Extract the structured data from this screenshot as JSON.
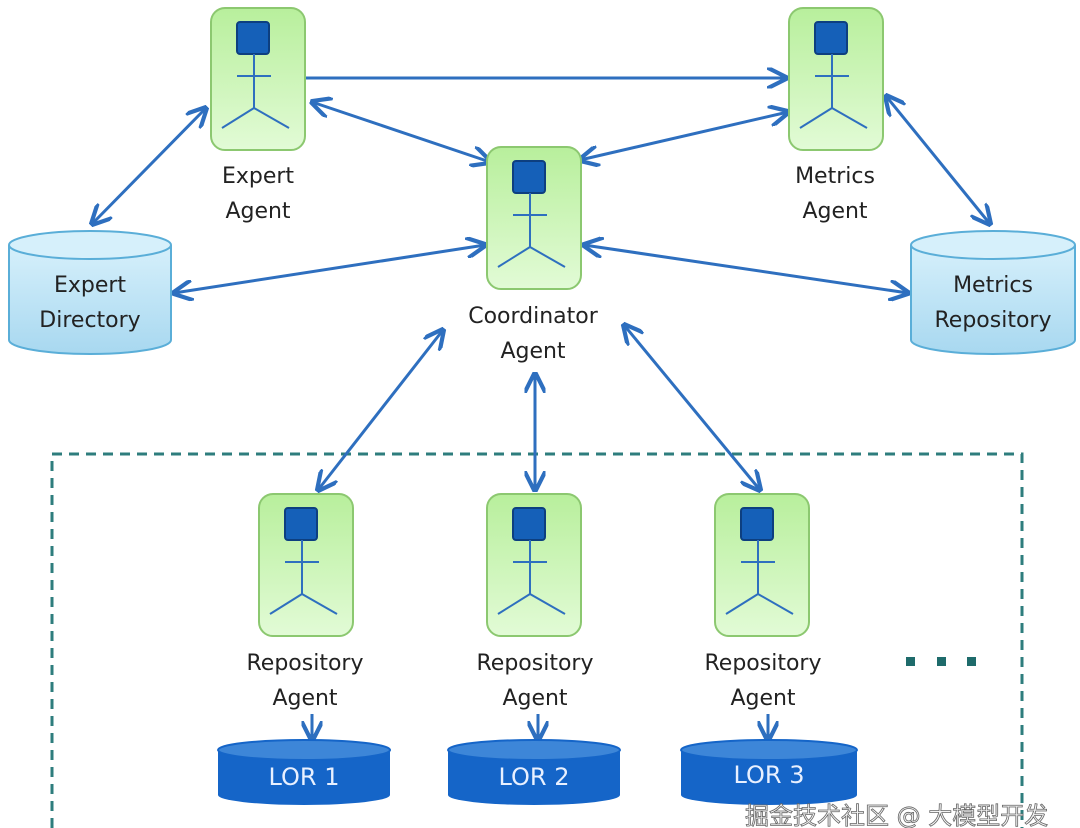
{
  "agents": {
    "expert": [
      "Expert",
      "Agent"
    ],
    "metrics": [
      "Metrics",
      "Agent"
    ],
    "coordinator": [
      "Coordinator",
      "Agent"
    ],
    "repository": [
      "Repository",
      "Agent"
    ]
  },
  "databases": {
    "expert_directory": [
      "Expert",
      "Directory"
    ],
    "metrics_repository": [
      "Metrics",
      "Repository"
    ]
  },
  "lors": [
    "LOR 1",
    "LOR 2",
    "LOR 3"
  ],
  "watermark": "掘金技术社区 @ 大模型开发",
  "colors": {
    "agent_fill": "#c8f5b4",
    "agent_border": "#8cc870",
    "arrow": "#2e6fbf",
    "db_fill": "#bfe3f5",
    "lor_fill": "#1565c8",
    "dashed_border": "#2e7d7d"
  }
}
